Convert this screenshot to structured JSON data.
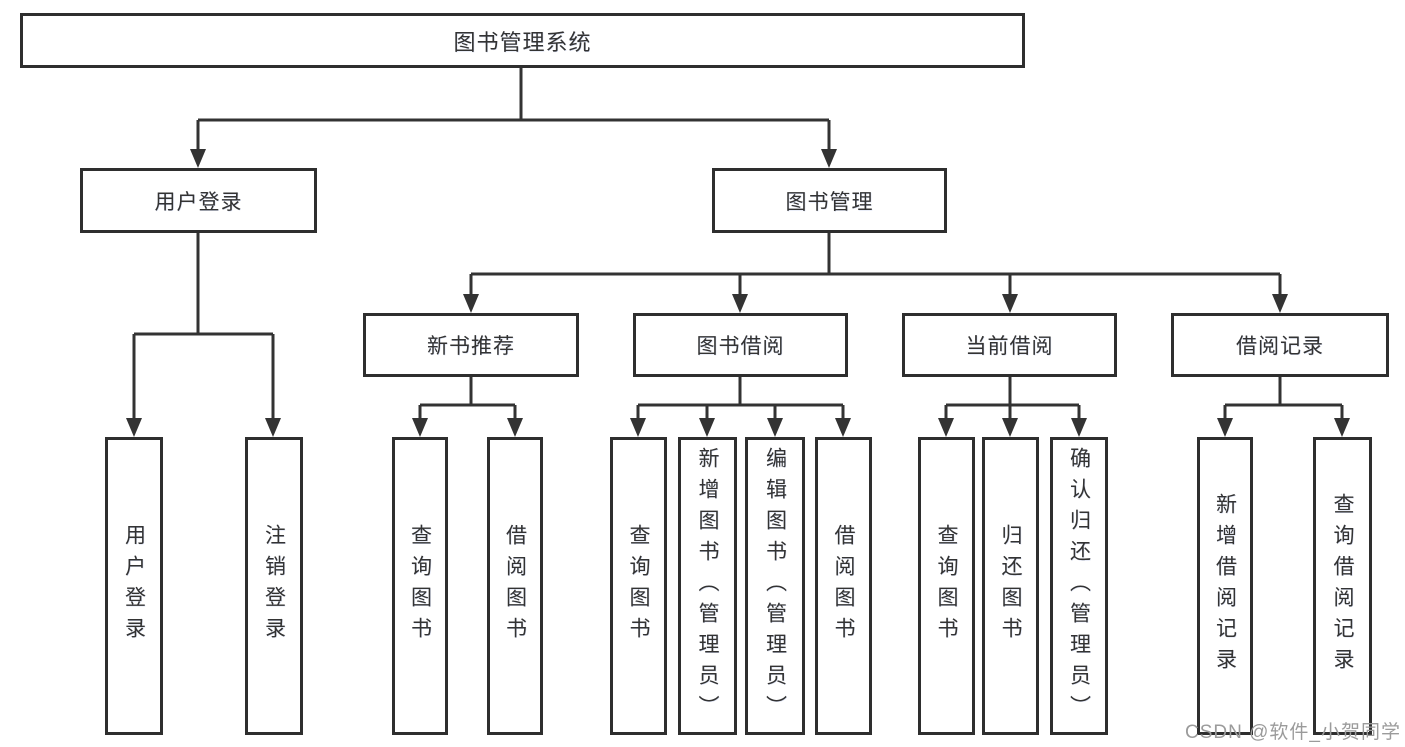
{
  "diagram": {
    "root": {
      "label": "图书管理系统"
    },
    "branches": [
      {
        "label": "用户登录",
        "children": [
          {
            "label": "用户登录"
          },
          {
            "label": "注销登录"
          }
        ]
      },
      {
        "label": "图书管理",
        "children": [
          {
            "label": "新书推荐",
            "children": [
              {
                "label": "查询图书"
              },
              {
                "label": "借阅图书"
              }
            ]
          },
          {
            "label": "图书借阅",
            "children": [
              {
                "label": "查询图书"
              },
              {
                "label": "新增图书（管理员）"
              },
              {
                "label": "编辑图书（管理员）"
              },
              {
                "label": "借阅图书"
              }
            ]
          },
          {
            "label": "当前借阅",
            "children": [
              {
                "label": "查询图书"
              },
              {
                "label": "归还图书"
              },
              {
                "label": "确认归还（管理员）"
              }
            ]
          },
          {
            "label": "借阅记录",
            "children": [
              {
                "label": "新增借阅记录"
              },
              {
                "label": "查询借阅记录"
              }
            ]
          }
        ]
      }
    ]
  },
  "watermark": {
    "text": "CSDN @软件_小贺同学"
  },
  "colors": {
    "background": "#ffffff",
    "line": "#333333",
    "box_border": "#2e2e2e",
    "text": "#333333",
    "watermark": "#9b9b9b"
  }
}
